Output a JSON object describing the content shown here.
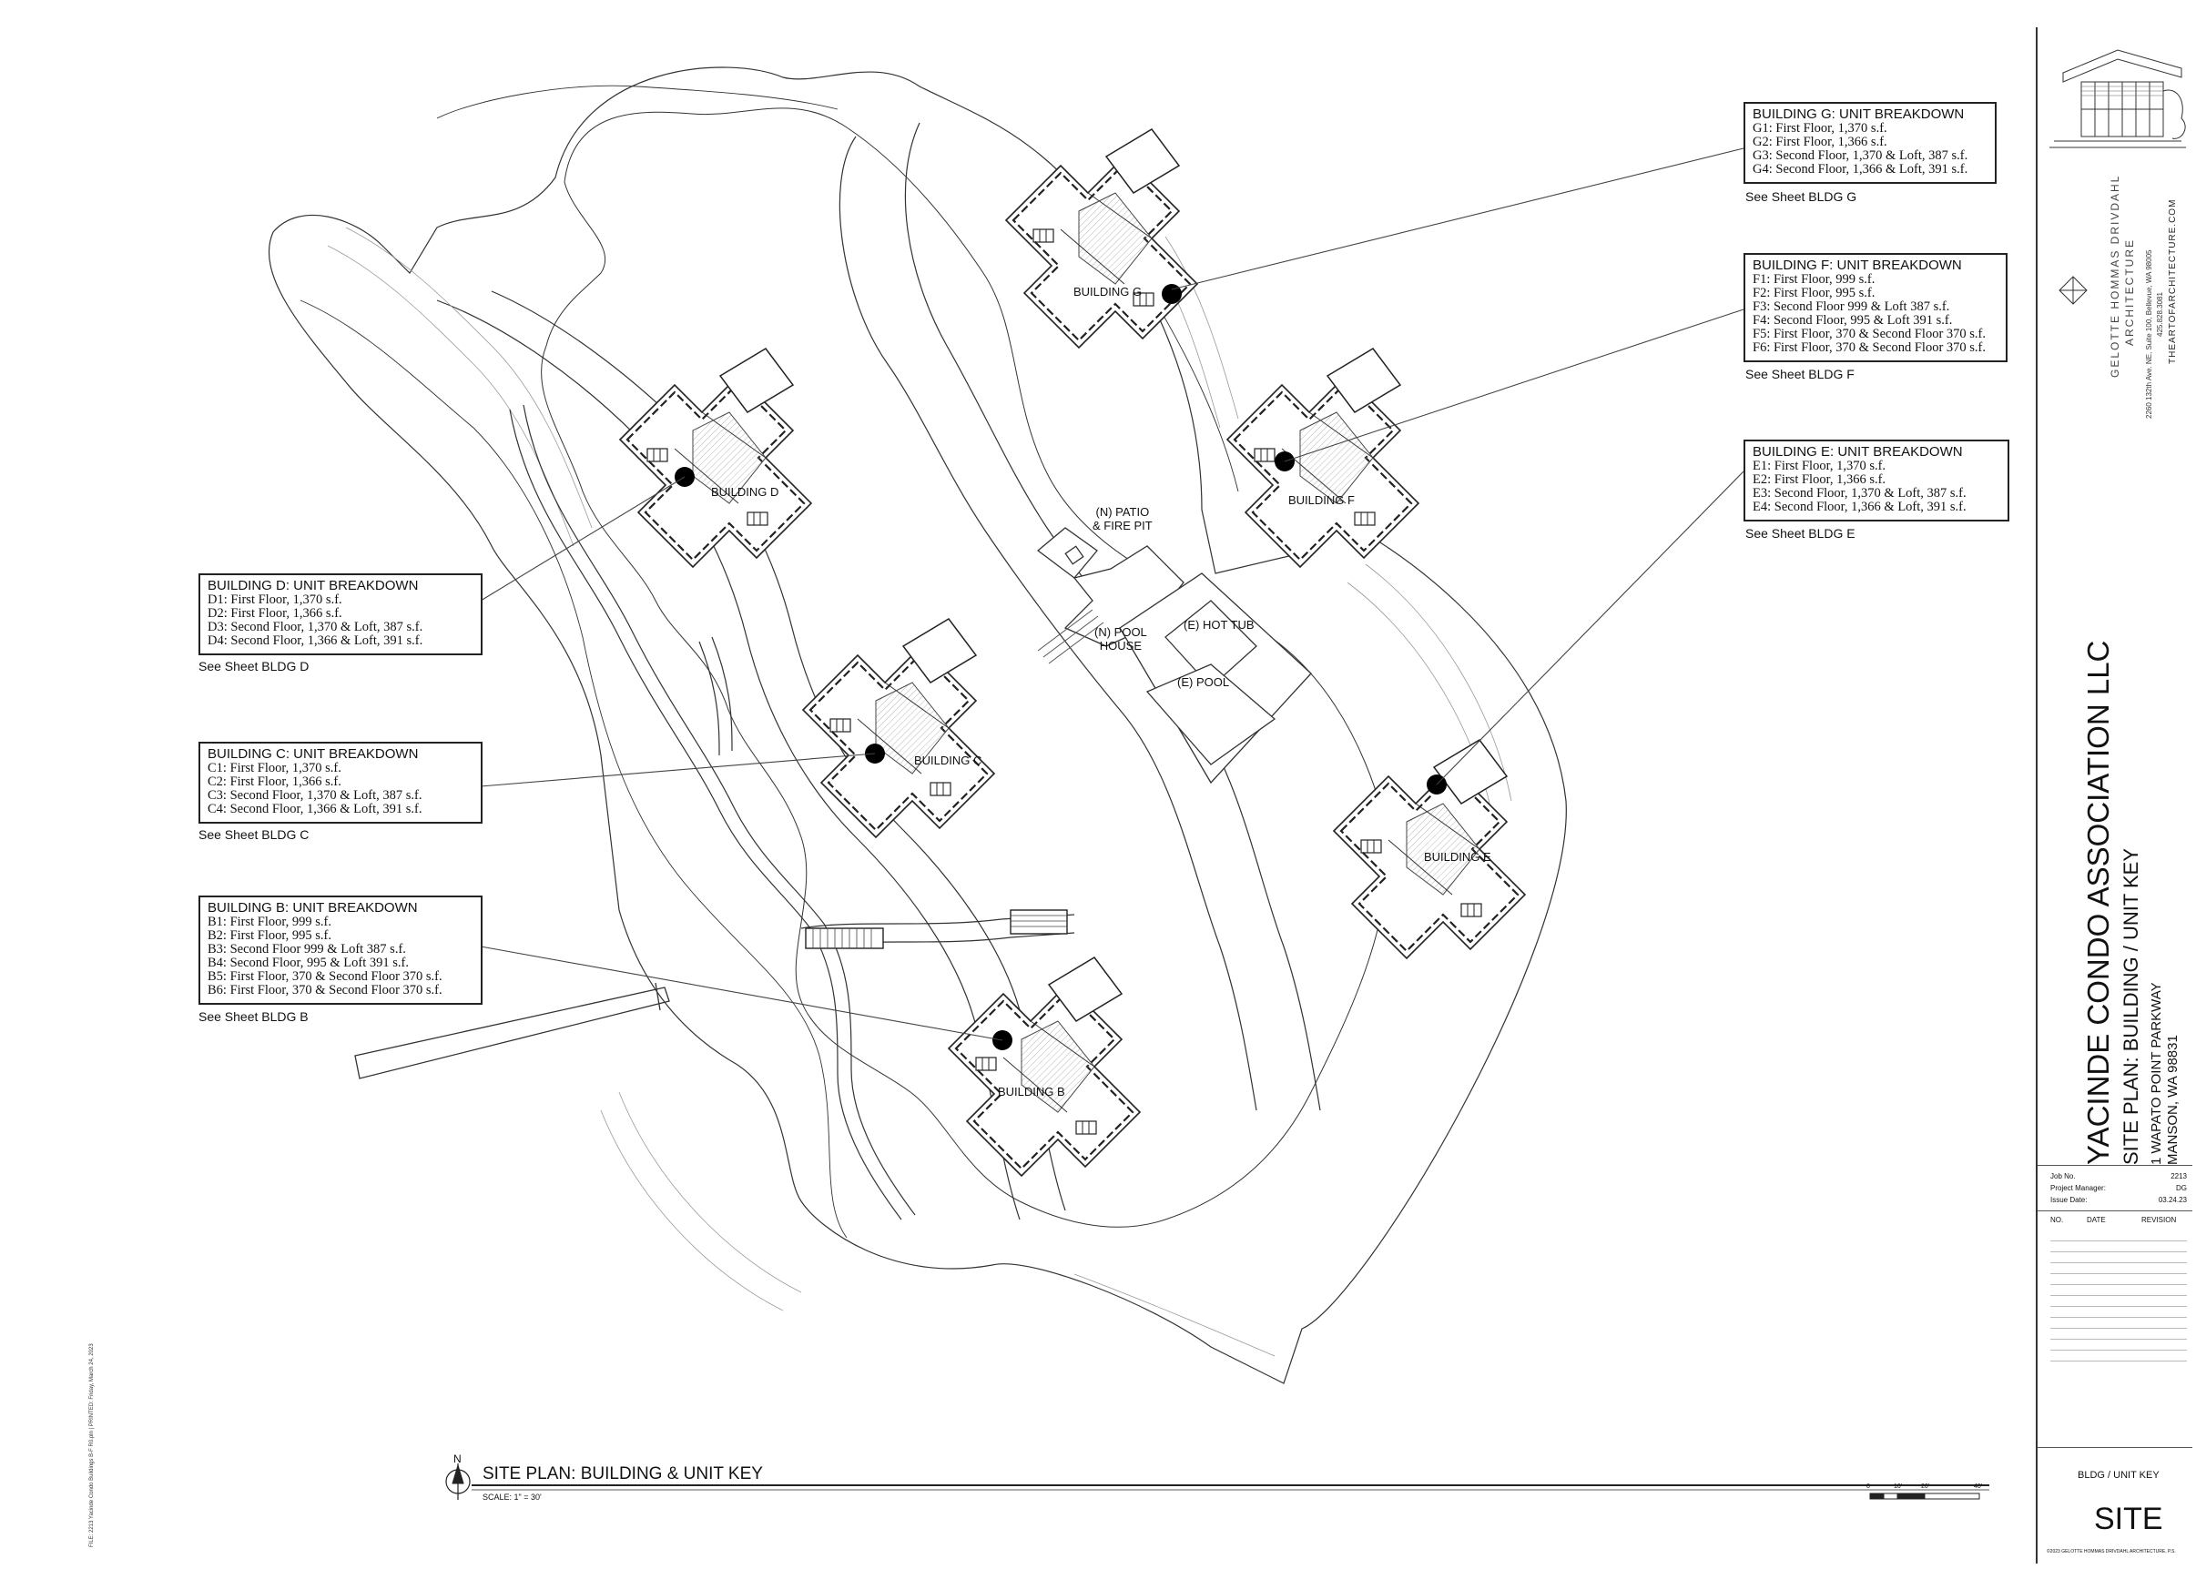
{
  "plan_title": "SITE PLAN: BUILDING & UNIT KEY",
  "scale_text": "SCALE: 1\" = 30'",
  "north_label": "N",
  "scale_bar_ticks": [
    "0",
    "10'",
    "20'",
    "40'"
  ],
  "buildings": [
    {
      "id": "G",
      "label": "BUILDING G",
      "legend_title": "BUILDING G: UNIT BREAKDOWN",
      "units": [
        "G1: First Floor, 1,370 s.f.",
        "G2: First Floor, 1,366 s.f.",
        "G3: Second Floor, 1,370 & Loft, 387 s.f.",
        "G4: Second Floor, 1,366 & Loft, 391 s.f."
      ],
      "see_sheet": "See Sheet BLDG G"
    },
    {
      "id": "F",
      "label": "BUILDING F",
      "legend_title": "BUILDING F: UNIT BREAKDOWN",
      "units": [
        "F1: First Floor, 999 s.f.",
        "F2: First Floor, 995 s.f.",
        "F3: Second Floor 999 & Loft 387 s.f.",
        "F4: Second Floor, 995 & Loft 391 s.f.",
        "F5: First Floor, 370 & Second Floor 370 s.f.",
        "F6: First Floor, 370 & Second Floor 370 s.f."
      ],
      "see_sheet": "See Sheet BLDG F"
    },
    {
      "id": "E",
      "label": "BUILDING E",
      "legend_title": "BUILDING E: UNIT BREAKDOWN",
      "units": [
        "E1: First Floor, 1,370 s.f.",
        "E2: First Floor, 1,366 s.f.",
        "E3: Second Floor, 1,370 & Loft, 387 s.f.",
        "E4: Second Floor, 1,366 & Loft, 391 s.f."
      ],
      "see_sheet": "See Sheet BLDG E"
    },
    {
      "id": "D",
      "label": "BUILDING D",
      "legend_title": "BUILDING D: UNIT BREAKDOWN",
      "units": [
        "D1: First Floor, 1,370 s.f.",
        "D2: First Floor, 1,366 s.f.",
        "D3: Second Floor, 1,370 & Loft, 387 s.f.",
        "D4: Second Floor, 1,366 & Loft, 391 s.f."
      ],
      "see_sheet": "See Sheet BLDG D"
    },
    {
      "id": "C",
      "label": "BUILDING C",
      "legend_title": "BUILDING C: UNIT BREAKDOWN",
      "units": [
        "C1: First Floor, 1,370 s.f.",
        "C2: First Floor, 1,366 s.f.",
        "C3: Second Floor, 1,370 & Loft, 387 s.f.",
        "C4: Second Floor, 1,366 & Loft, 391 s.f."
      ],
      "see_sheet": "See Sheet BLDG C"
    },
    {
      "id": "B",
      "label": "BUILDING B",
      "legend_title": "BUILDING B: UNIT BREAKDOWN",
      "units": [
        "B1: First Floor, 999 s.f.",
        "B2: First Floor, 995 s.f.",
        "B3: Second Floor 999 & Loft 387 s.f.",
        "B4: Second Floor, 995 & Loft 391 s.f.",
        "B5: First Floor, 370 & Second Floor 370 s.f.",
        "B6: First Floor, 370 & Second Floor 370 s.f."
      ],
      "see_sheet": "See Sheet BLDG B"
    }
  ],
  "amenities": {
    "patio": [
      "(N) PATIO",
      "& FIRE PIT"
    ],
    "pool_house": [
      "(N) POOL",
      "HOUSE"
    ],
    "hot_tub": "(E) HOT TUB",
    "pool": "(E) POOL"
  },
  "title_block": {
    "firm_name": "GELOTTE HOMMAS DRIVDAHL",
    "firm_sub": "ARCHITECTURE",
    "firm_address": "2260 132th Ave. NE, Suite 100, Bellevue, WA 98005",
    "firm_phone": "425.828.3081",
    "firm_web": "THEARTOFARCHITECTURE.COM",
    "project_name": "YACINDE CONDO ASSOCIATION LLC",
    "sheet_title": "SITE PLAN: BUILDING / UNIT KEY",
    "address_line1": "1 WAPATO POINT PARKWAY",
    "address_line2": "MANSON, WA  98831",
    "job_no_label": "Job No.",
    "job_no": "2213",
    "pm_label": "Project Manager:",
    "pm": "DG",
    "issue_label": "Issue Date:",
    "issue_date": "03.24.23",
    "rev_no_label": "NO.",
    "rev_date_label": "DATE",
    "rev_label": "REVISION",
    "sheet_desc": "BLDG / UNIT KEY",
    "sheet_number": "SITE",
    "copyright": "©2023 GELOTTE HOMMAS DRIVDAHL ARCHITECTURE, P.S."
  },
  "file_path": "FILE: 2213 Yacinde Condo Buildings B-F R0.pln | PRINTED: Friday, March 24, 2023"
}
